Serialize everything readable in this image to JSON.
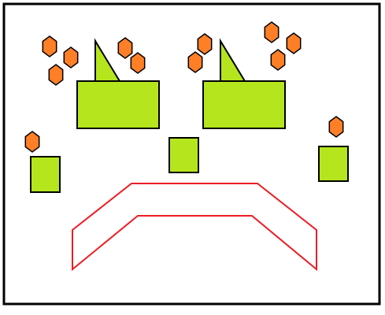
{
  "colors": {
    "background": "#ffffff",
    "frame": "#000000",
    "block_fill": "#b5e61d",
    "block_stroke": "#000000",
    "hexagon_fill": "#ff7f27",
    "hexagon_stroke": "#000000",
    "track_stroke": "#ed1c24"
  },
  "icons": {
    "frame": "border-frame",
    "block": "green-block",
    "triangle": "green-triangle",
    "hexagon": "orange-hexagon",
    "track": "red-chevron-outline"
  }
}
